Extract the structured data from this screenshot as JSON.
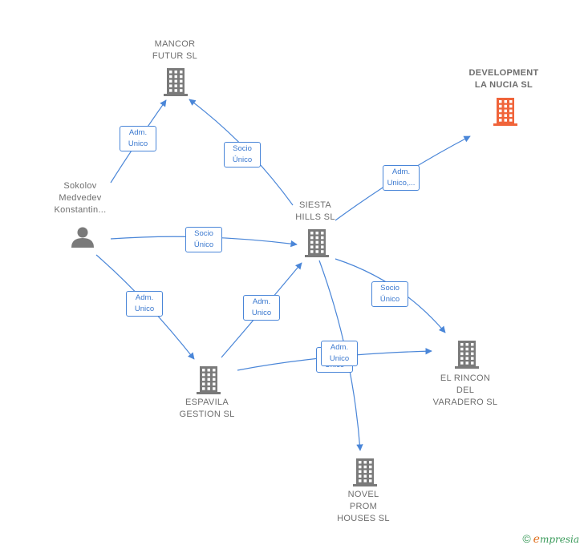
{
  "nodes": {
    "mancor": {
      "label": "MANCOR\nFUTUR  SL",
      "icon": "building-icon",
      "color": "#7a7a7a"
    },
    "development": {
      "label": "DEVELOPMENT\nLA NUCIA  SL",
      "icon": "building-icon",
      "color": "#f0643a"
    },
    "sokolov": {
      "label": "Sokolov\nMedvedev\nKonstantin...",
      "icon": "person-icon",
      "color": "#7a7a7a"
    },
    "siesta": {
      "label": "SIESTA\nHILLS SL",
      "icon": "building-icon",
      "color": "#7a7a7a"
    },
    "espavila": {
      "label": "ESPAVILA\nGESTION  SL",
      "icon": "building-icon",
      "color": "#7a7a7a"
    },
    "rincon": {
      "label": "EL RINCON\nDEL\nVARADERO  SL",
      "icon": "building-icon",
      "color": "#7a7a7a"
    },
    "novel": {
      "label": "NOVEL\nPROM\nHOUSES  SL",
      "icon": "building-icon",
      "color": "#7a7a7a"
    }
  },
  "edges": [
    {
      "from": "sokolov",
      "to": "mancor",
      "label": "Adm.\nUnico"
    },
    {
      "from": "siesta",
      "to": "mancor",
      "label": "Socio\nÚnico"
    },
    {
      "from": "siesta",
      "to": "development",
      "label": "Adm.\nUnico,..."
    },
    {
      "from": "sokolov",
      "to": "siesta",
      "label": "Socio\nÚnico"
    },
    {
      "from": "sokolov",
      "to": "espavila",
      "label": "Adm.\nUnico"
    },
    {
      "from": "espavila",
      "to": "siesta",
      "label": "Adm.\nUnico"
    },
    {
      "from": "siesta",
      "to": "rincon",
      "label": "Socio\nÚnico"
    },
    {
      "from": "espavila",
      "to": "rincon",
      "label": "Adm.\nUnico"
    },
    {
      "from": "siesta",
      "to": "novel",
      "label": "Adm.\nUnico"
    }
  ],
  "colors": {
    "edge": "#4a86d8",
    "node": "#7a7a7a",
    "focus": "#f0643a"
  },
  "footer": {
    "copyright": "©",
    "brand_first": "e",
    "brand_rest": "mpresia"
  }
}
